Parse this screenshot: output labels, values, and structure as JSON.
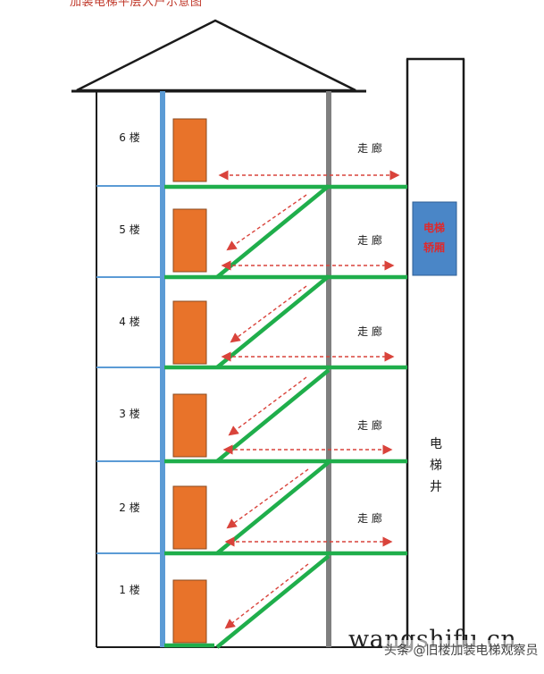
{
  "title": "加装电梯平层入户示意图",
  "floors": [
    "1 楼",
    "2 楼",
    "3 楼",
    "4 楼",
    "5 楼",
    "6 楼"
  ],
  "corridor_label": "走 廊",
  "elevator_car": [
    "电梯",
    "轿厢"
  ],
  "elevator_shaft": [
    "电",
    "梯",
    "井"
  ],
  "watermark_domain": "wangshifu.cn",
  "watermark_source": "头条 @旧楼加装电梯观察员",
  "colors": {
    "door": "#e8732a",
    "door_border": "#8a4a1f",
    "wall_blue": "#5b9bd5",
    "stair_wall": "#7f7f7f",
    "green_path": "#1fae4b",
    "dashed_arrow": "#d9433b",
    "car_fill": "#4a86c7",
    "car_text": "#e0282a",
    "outline": "#1a1a1a"
  }
}
